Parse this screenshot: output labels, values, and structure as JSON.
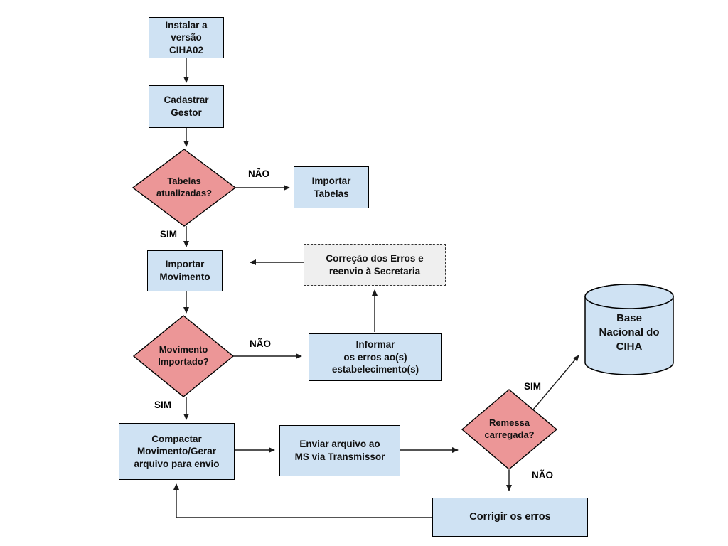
{
  "diagram": {
    "colors": {
      "process_fill": "#cfe2f3",
      "decision_fill": "#ec9697",
      "dashed_fill": "#efefef",
      "border_color": "#000000",
      "arrow_color": "#1a1a1a"
    },
    "nodes": {
      "instalar": {
        "type": "process",
        "label": "Instalar a\nversão\nCIHA02"
      },
      "cadastrar": {
        "type": "process",
        "label": "Cadastrar\nGestor"
      },
      "tabelas": {
        "type": "decision",
        "label": "Tabelas\natualizadas?"
      },
      "importar_tabelas": {
        "type": "process",
        "label": "Importar\nTabelas"
      },
      "importar_movimento": {
        "type": "process",
        "label": "Importar\nMovimento"
      },
      "correcao": {
        "type": "dashed-process",
        "label": "Correção dos Erros e\nreenvio à Secretaria"
      },
      "movimento": {
        "type": "decision",
        "label": "Movimento\nImportado?"
      },
      "informar": {
        "type": "process",
        "label": "Informar\nos erros ao(s)\nestabelecimento(s)"
      },
      "compactar": {
        "type": "process",
        "label": "Compactar\nMovimento/Gerar\narquivo para envio"
      },
      "enviar": {
        "type": "process",
        "label": "Enviar arquivo ao\nMS via Transmissor"
      },
      "remessa": {
        "type": "decision",
        "label": "Remessa\ncarregada?"
      },
      "base_nacional": {
        "type": "database",
        "label": "Base\nNacional do\nCIHA"
      },
      "corrigir": {
        "type": "process",
        "label": "Corrigir os erros"
      }
    },
    "edge_labels": {
      "tabelas_nao": "NÃO",
      "tabelas_sim": "SIM",
      "movimento_nao": "NÃO",
      "movimento_sim": "SIM",
      "remessa_sim": "SIM",
      "remessa_nao": "NÃO"
    }
  }
}
